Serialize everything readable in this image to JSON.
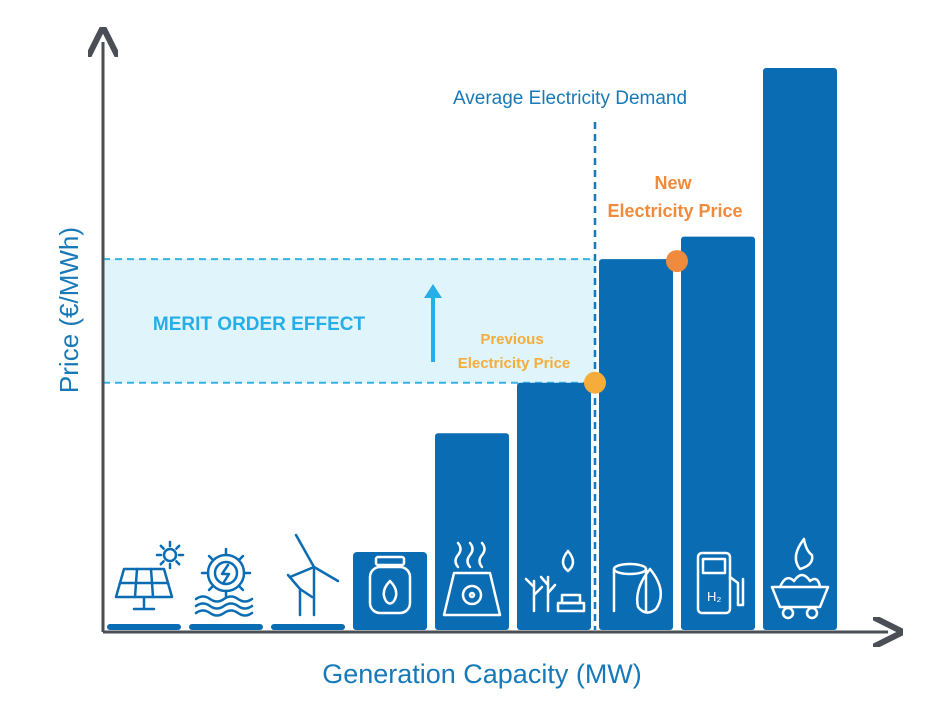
{
  "chart_data": {
    "type": "bar",
    "title": "",
    "xlabel": "Generation Capacity (MW)",
    "ylabel": "Price (€/MWh)",
    "x_tick_labels": false,
    "y_tick_labels": false,
    "grid": false,
    "legend": "none",
    "colors": {
      "bar": "#0a6cb3",
      "axis": "#4a4f55",
      "label": "#1779b8",
      "demand_line": "#1779b8",
      "band_fill": "#dff4fb",
      "band_line": "#38b3e6",
      "merit_text": "#25aee8",
      "previous_price": "#f5ac3b",
      "new_price": "#f08a3c"
    },
    "bars": [
      {
        "source": "solar",
        "icon": "solar-panel-icon",
        "relative_height": 0.01
      },
      {
        "source": "hydro",
        "icon": "hydro-gear-icon",
        "relative_height": 0.01
      },
      {
        "source": "wind",
        "icon": "wind-turbine-icon",
        "relative_height": 0.01
      },
      {
        "source": "gas",
        "icon": "gas-cylinder-icon",
        "relative_height": 0.13
      },
      {
        "source": "nuclear",
        "icon": "nuclear-plant-icon",
        "relative_height": 0.35
      },
      {
        "source": "biomass",
        "icon": "biomass-icon",
        "relative_height": 0.44
      },
      {
        "source": "oil",
        "icon": "oil-barrel-icon",
        "relative_height": 0.66
      },
      {
        "source": "hydrogen",
        "icon": "hydrogen-pump-icon",
        "relative_height": 0.7
      },
      {
        "source": "coal",
        "icon": "coal-cart-icon",
        "relative_height": 1.0
      }
    ],
    "demand_line": {
      "label": "Average Electricity Demand",
      "relative_position": 0.72
    },
    "previous_price": {
      "label_line1": "Previous",
      "label_line2": "Electricity Price",
      "relative_level": 0.44
    },
    "new_price": {
      "label_line1": "New",
      "label_line2": "Electricity Price",
      "relative_level": 0.66
    },
    "merit_order_effect": {
      "label": "MERIT ORDER EFFECT",
      "direction": "up"
    }
  }
}
